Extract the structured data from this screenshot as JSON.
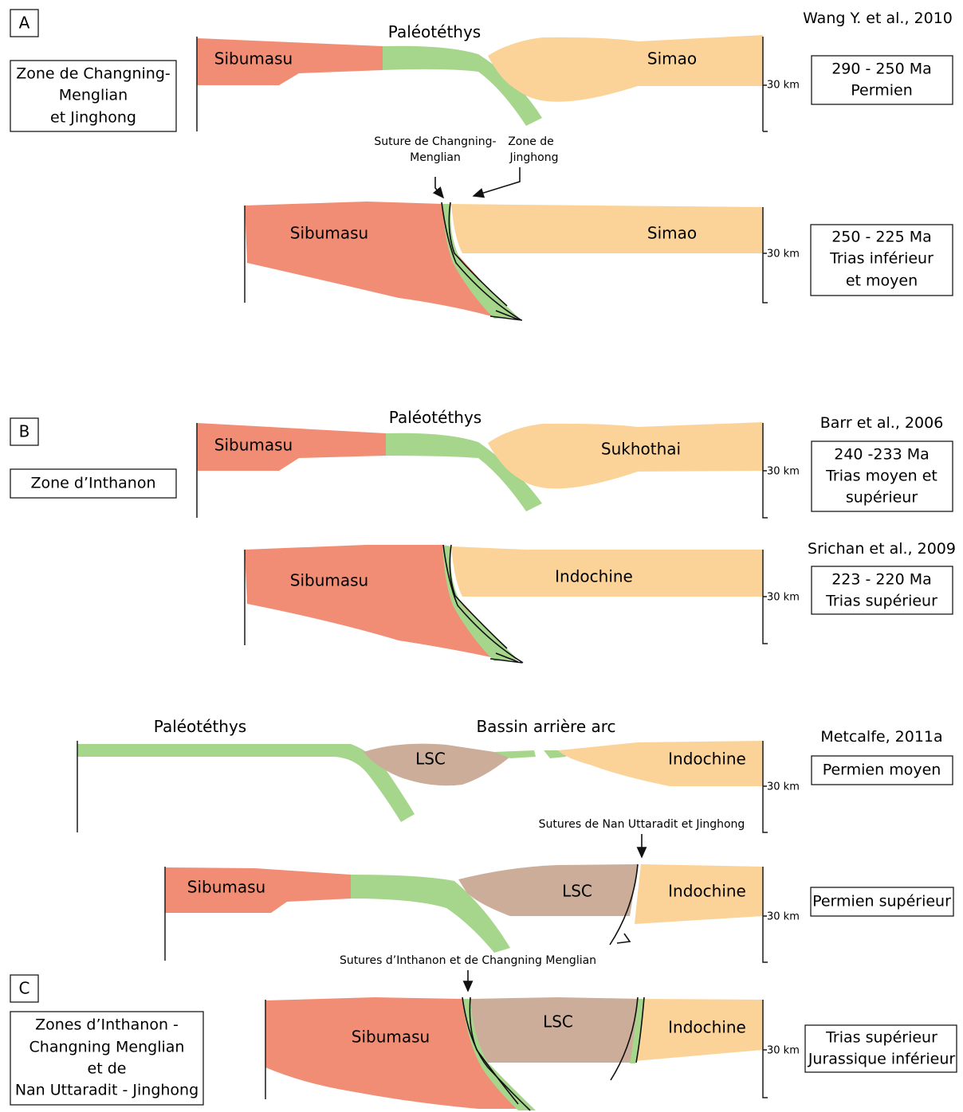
{
  "colors": {
    "sibumasu": "#f08d74",
    "simao": "#fbd398",
    "paleotethys": "#a6d58c",
    "lsc": "#cbad99",
    "text": "#1a1a1a"
  },
  "sections": {
    "A": {
      "letter": "A",
      "zone": [
        "Zone de Changning-",
        "Menglian",
        "et Jinghong"
      ],
      "reference": "Wang Y. et al., 2010",
      "panel1": {
        "title": "Paléotéthys",
        "left_plate": "Sibumasu",
        "right_plate": "Simao",
        "scale": "30 km",
        "age": [
          "290 - 250 Ma",
          "Permien"
        ]
      },
      "panel2": {
        "note_suture": [
          "Suture de Changning-",
          "Menglian"
        ],
        "note_zone": [
          "Zone de",
          "Jinghong"
        ],
        "left_plate": "Sibumasu",
        "right_plate": "Simao",
        "scale": "30 km",
        "age": [
          "250 - 225 Ma",
          "Trias inférieur",
          "et moyen"
        ]
      }
    },
    "B": {
      "letter": "B",
      "zone": [
        "Zone d’Inthanon"
      ],
      "panel1": {
        "title": "Paléotéthys",
        "reference": "Barr et al., 2006",
        "left_plate": "Sibumasu",
        "right_plate": "Sukhothai",
        "scale": "30 km",
        "age": [
          "240 -233 Ma",
          "Trias moyen et",
          "supérieur"
        ]
      },
      "panel2": {
        "reference": "Srichan et al., 2009",
        "left_plate": "Sibumasu",
        "right_plate": "Indochine",
        "scale": "30 km",
        "age": [
          "223 - 220 Ma",
          "Trias supérieur"
        ]
      }
    },
    "C": {
      "letter": "C",
      "zone": [
        "Zones d’Inthanon -",
        "Changning Menglian",
        "et de",
        "Nan Uttaradit - Jinghong"
      ],
      "reference": "Metcalfe, 2011a",
      "panel1": {
        "title_left": "Paléotéthys",
        "title_right": "Bassin arrière arc",
        "middle_plate": "LSC",
        "right_plate": "Indochine",
        "scale": "30 km",
        "age": [
          "Permien moyen"
        ]
      },
      "panel2": {
        "note": "Sutures de Nan Uttaradit et Jinghong",
        "left_plate": "Sibumasu",
        "middle_plate": "LSC",
        "right_plate": "Indochine",
        "scale": "30 km",
        "age": [
          "Permien supérieur"
        ]
      },
      "panel3": {
        "note": "Sutures d’Inthanon et de Changning Menglian",
        "left_plate": "Sibumasu",
        "middle_plate": "LSC",
        "right_plate": "Indochine",
        "scale": "30 km",
        "age": [
          "Trias supérieur",
          "Jurassique inférieur"
        ]
      }
    }
  }
}
